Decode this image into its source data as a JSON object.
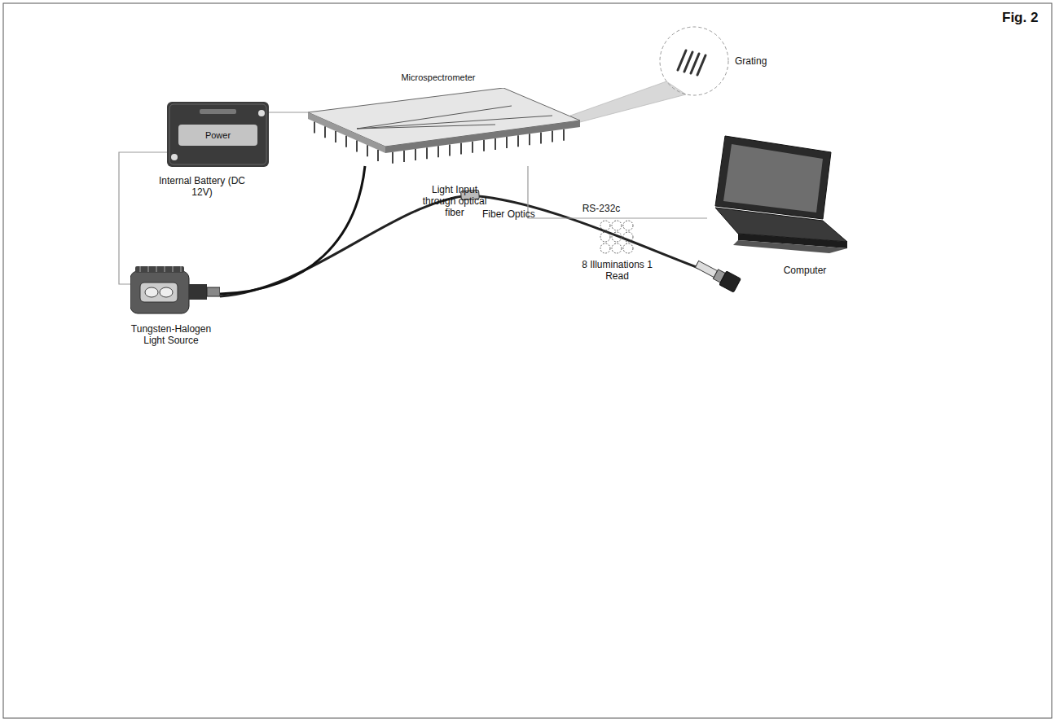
{
  "diagram": {
    "nodes": [
      {
        "text": [
          "Power",
          "Internal Battery (DC 12V)"
        ]
      },
      {
        "text": [
          "Tungsten-Halogen Light Source"
        ]
      },
      {
        "text": [
          "Microspectrometer"
        ]
      },
      {
        "text": [
          "Computer"
        ]
      }
    ],
    "edges": [
      {
        "from": 0,
        "to": 2,
        "arrow": "none"
      },
      {
        "from": 1,
        "to": 2,
        "arrow": "none"
      },
      {
        "from": 0,
        "to": 1,
        "arrow": "none"
      },
      {
        "from": 2,
        "to": 3,
        "label": "RS-232c",
        "arrow": "none"
      }
    ],
    "labels": [
      "Fig. 2",
      "Grating",
      "Light Input through optical fiber",
      "Fiber Optics",
      "8 Illuminations 1 Read"
    ]
  }
}
